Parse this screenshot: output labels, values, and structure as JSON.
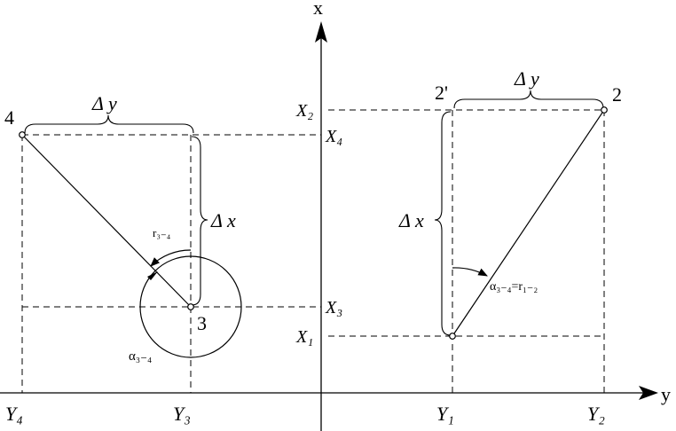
{
  "axes": {
    "x_axis_label": "x",
    "y_axis_label": "y"
  },
  "x_ticks": {
    "x2": "X₂",
    "x4": "X₄",
    "x3": "X₃",
    "x1": "X₁"
  },
  "y_ticks": {
    "y4": "Y₄",
    "y3": "Y₃",
    "y1": "Y₁",
    "y2": "Y₂"
  },
  "points": {
    "p4": "4",
    "p3": "3",
    "p2prime": "2'",
    "p2": "2"
  },
  "left_triangle": {
    "delta_y": "Δ y",
    "delta_x": "Δ x",
    "r34": "r₃₋₄",
    "alpha34": "α₃₋₄"
  },
  "right_triangle": {
    "delta_y": "Δ y",
    "delta_x": "Δ x",
    "alpha_equation": "α₃₋₄=r₁₋₂"
  }
}
